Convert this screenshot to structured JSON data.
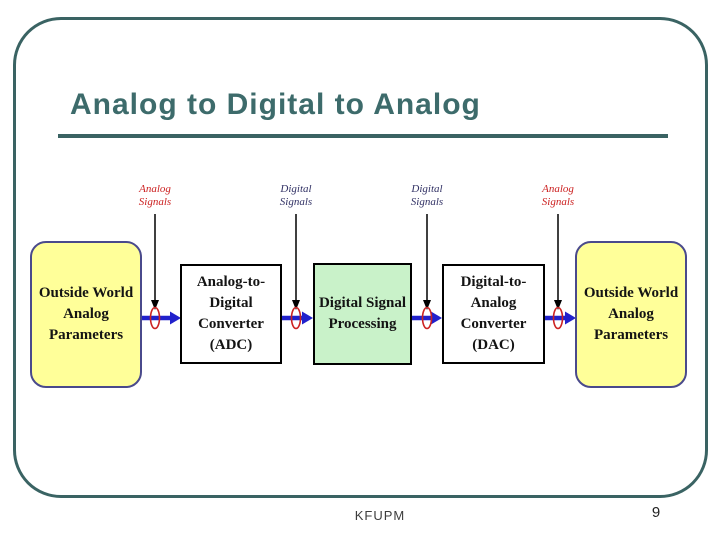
{
  "slide": {
    "title": "Analog to Digital to Analog",
    "footer": "KFUPM",
    "page_number": "9"
  },
  "diagram": {
    "signal_labels": [
      {
        "line1": "Analog",
        "line2": "Signals",
        "signal_type": "analog"
      },
      {
        "line1": "Digital",
        "line2": "Signals",
        "signal_type": "digital"
      },
      {
        "line1": "Digital",
        "line2": "Signals",
        "signal_type": "digital"
      },
      {
        "line1": "Analog",
        "line2": "Signals",
        "signal_type": "analog"
      }
    ],
    "boxes": [
      {
        "line1": "Outside World",
        "line2": "Analog Parameters",
        "kind": "world"
      },
      {
        "line1": "Analog-to-Digital",
        "line2": "Converter (ADC)",
        "kind": "converter"
      },
      {
        "line1": "Digital Signal",
        "line2": "Processing",
        "kind": "dsp"
      },
      {
        "line1": "Digital-to-Analog",
        "line2": "Converter (DAC)",
        "kind": "converter"
      },
      {
        "line1": "Outside World",
        "line2": "Analog Parameters",
        "kind": "world"
      }
    ]
  },
  "colors": {
    "title_teal": "#3D6B6B",
    "frame_border": "#3A6363",
    "flow_arrow_blue": "#2121CC",
    "analog_label_red": "#CC2222",
    "digital_label_navy": "#333366",
    "world_box_fill": "#FFFF99",
    "world_box_border": "#4A4A8C",
    "dsp_box_fill": "#C9F2C9"
  }
}
